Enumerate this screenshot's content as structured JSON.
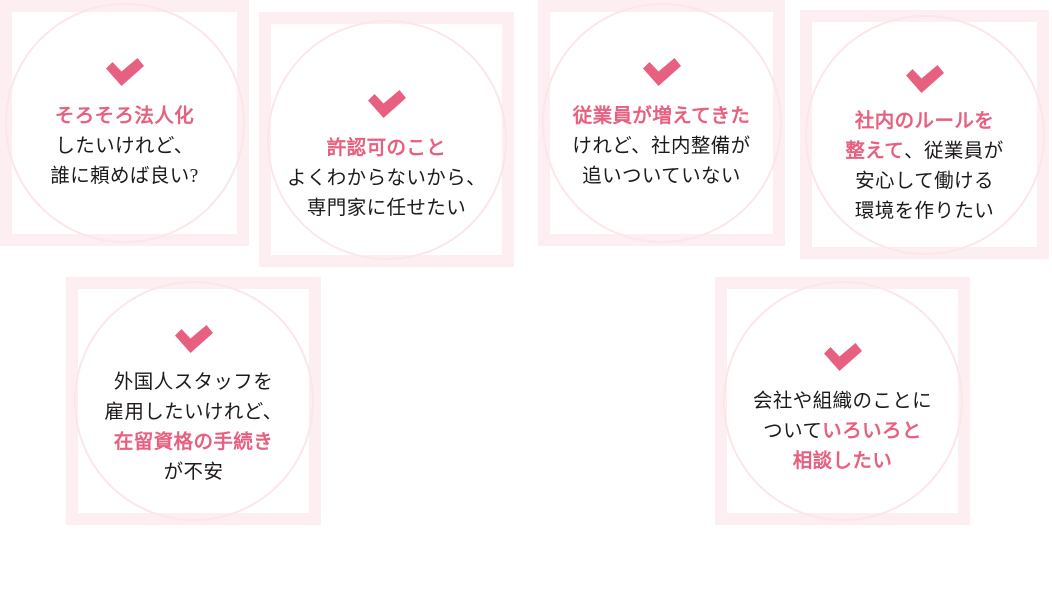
{
  "theme": {
    "background": "#ffffff",
    "card_frame_color": "#fdeef1",
    "card_inner_color": "#ffffff",
    "circle_outline_color": "#fbe6ea",
    "accent_pink": "#e8607f",
    "body_text_color": "#1e1a1a"
  },
  "icons": {
    "check": "check-icon"
  },
  "cards": [
    {
      "id": "card-houjinka",
      "icon": "check-icon",
      "lines": [
        {
          "segments": [
            {
              "text": "そろそろ法人化",
              "highlight": true
            }
          ]
        },
        {
          "segments": [
            {
              "text": "したいけれど、",
              "highlight": false
            }
          ]
        },
        {
          "segments": [
            {
              "text": "誰に頼めば良い?",
              "highlight": false
            }
          ]
        }
      ],
      "plain_text": "そろそろ法人化したいけれど、誰に頼めば良い?"
    },
    {
      "id": "card-kyoninka",
      "icon": "check-icon",
      "lines": [
        {
          "segments": [
            {
              "text": "許認可のこと",
              "highlight": true
            }
          ]
        },
        {
          "segments": [
            {
              "text": "よくわからないから、",
              "highlight": false
            }
          ]
        },
        {
          "segments": [
            {
              "text": "専門家に任せたい",
              "highlight": false
            }
          ]
        }
      ],
      "plain_text": "許認可のことよくわからないから、専門家に任せたい"
    },
    {
      "id": "card-juugyouin",
      "icon": "check-icon",
      "lines": [
        {
          "segments": [
            {
              "text": "従業員が増えてきた",
              "highlight": true
            }
          ]
        },
        {
          "segments": [
            {
              "text": "けれど、社内整備が",
              "highlight": false
            }
          ]
        },
        {
          "segments": [
            {
              "text": "追いついていない",
              "highlight": false
            }
          ]
        }
      ],
      "plain_text": "従業員が増えてきたけれど、社内整備が追いついていない"
    },
    {
      "id": "card-shanai-rule",
      "icon": "check-icon",
      "lines": [
        {
          "segments": [
            {
              "text": "社内のルールを",
              "highlight": true
            }
          ]
        },
        {
          "segments": [
            {
              "text": "整えて",
              "highlight": true
            },
            {
              "text": "、従業員が",
              "highlight": false
            }
          ]
        },
        {
          "segments": [
            {
              "text": "安心して働ける",
              "highlight": false
            }
          ]
        },
        {
          "segments": [
            {
              "text": "環境を作りたい",
              "highlight": false
            }
          ]
        }
      ],
      "plain_text": "社内のルールを整えて、従業員が安心して働ける環境を作りたい"
    },
    {
      "id": "card-gaikokujin-staff",
      "icon": "check-icon",
      "lines": [
        {
          "segments": [
            {
              "text": "外国人スタッフを",
              "highlight": false
            }
          ]
        },
        {
          "segments": [
            {
              "text": "雇用したいけれど、",
              "highlight": false
            }
          ]
        },
        {
          "segments": [
            {
              "text": "在留資格の手続き",
              "highlight": true
            }
          ]
        },
        {
          "segments": [
            {
              "text": "が不安",
              "highlight": false
            }
          ]
        }
      ],
      "plain_text": "外国人スタッフを雇用したいけれど、在留資格の手続きが不安"
    },
    {
      "id": "card-soudan",
      "icon": "check-icon",
      "lines": [
        {
          "segments": [
            {
              "text": "会社や組織のことに",
              "highlight": false
            }
          ]
        },
        {
          "segments": [
            {
              "text": "ついて",
              "highlight": false
            },
            {
              "text": "いろいろと",
              "highlight": true
            }
          ]
        },
        {
          "segments": [
            {
              "text": "相談したい",
              "highlight": true
            }
          ]
        }
      ],
      "plain_text": "会社や組織のことについていろいろと相談したい"
    }
  ]
}
